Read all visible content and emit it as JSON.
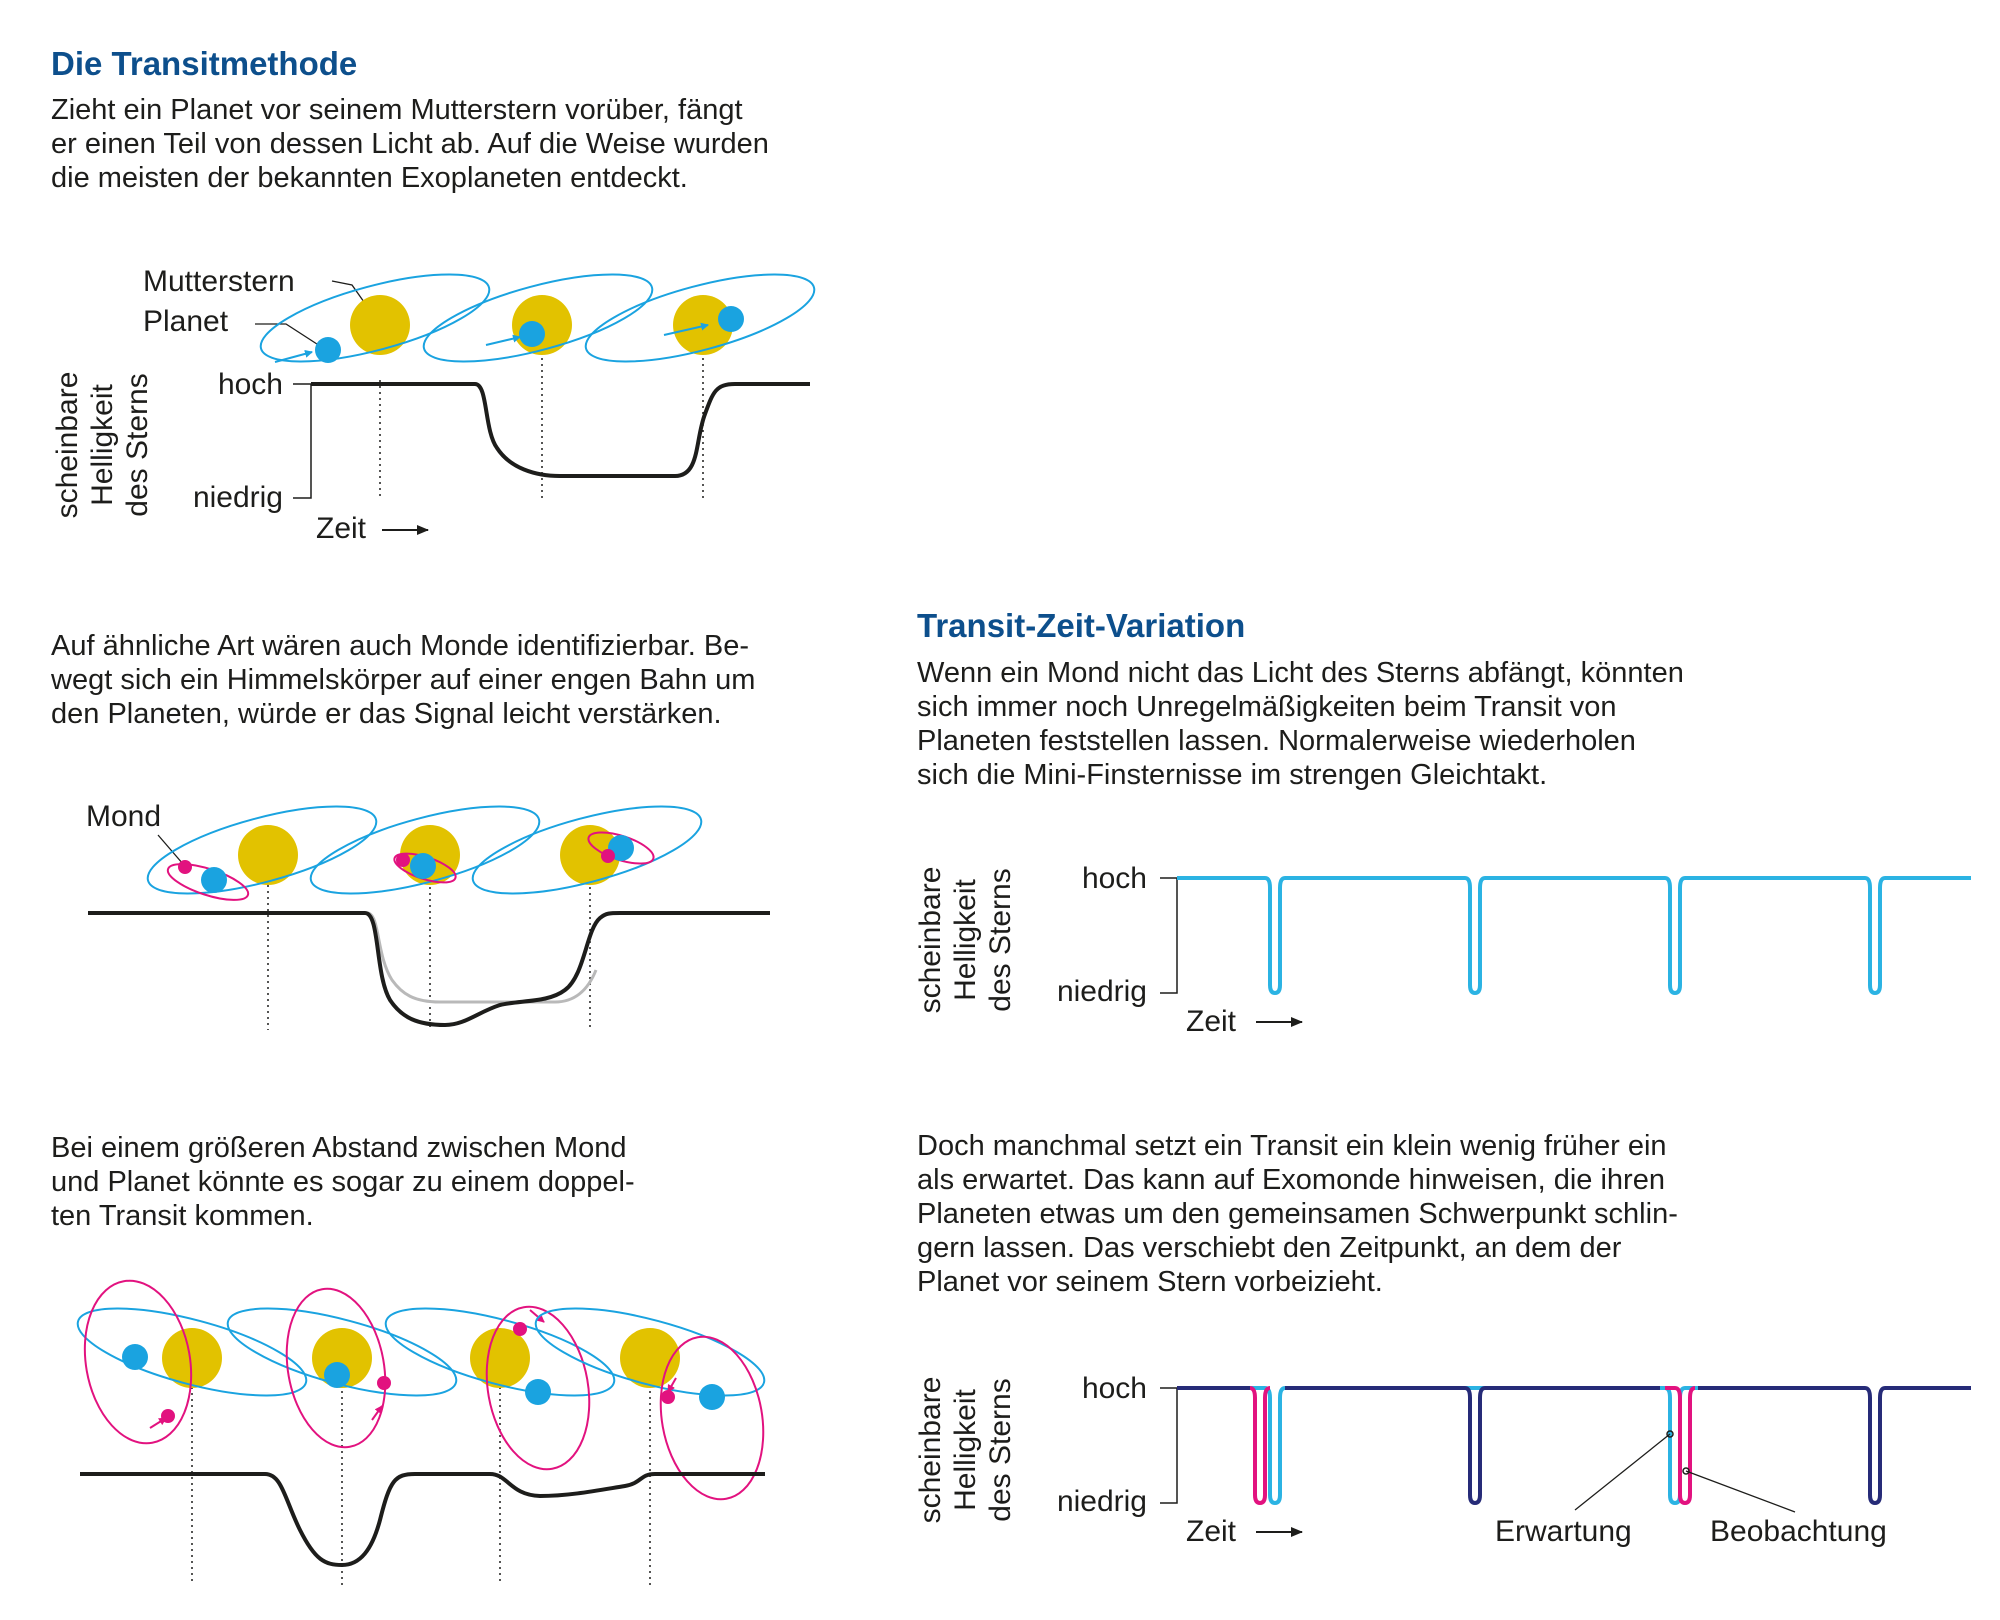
{
  "transitmethode": {
    "title": "Die Transitmethode",
    "intro": "Zieht ein Planet vor seinem Mutterstern vorüber, fängt\ner einen Teil von dessen Licht ab. Auf die Weise wurden\ndie meisten der bekannten Exoplaneten entdeckt.",
    "label_star": "Mutterstern",
    "label_planet": "Planet"
  },
  "monde": {
    "text": "Auf ähnliche Art wären auch Monde identifizierbar. Be-\nwegt sich ein Himmelskörper auf einer engen Bahn um\nden Planeten, würde er das Signal leicht verstärken.",
    "label_moon": "Mond"
  },
  "doppeltransit": {
    "text": "Bei einem größeren Abstand zwischen Mond\nund Planet könnte es sogar zu einem doppel-\nten Transit kommen."
  },
  "ttv": {
    "title": "Transit-Zeit-Variation",
    "text1": "Wenn ein Mond nicht das Licht des Sterns abfängt, könnten\nsich immer noch Unregelmäßigkeiten beim Transit von\nPlaneten feststellen lassen. Normalerweise wiederholen\nsich die Mini-Finsternisse im strengen Gleichtakt.",
    "text2": "Doch manchmal setzt ein Transit ein klein wenig früher ein\nals erwartet. Das kann auf Exomonde hinweisen, die ihren\nPlaneten etwas um den gemeinsamen Schwerpunkt schlin-\ngern lassen. Das verschiebt den Zeitpunkt, an dem der\nPlanet vor seinem Stern vorbeizieht.",
    "label_expected": "Erwartung",
    "label_observed": "Beobachtung"
  },
  "axes": {
    "ylabel_line1": "scheinbare",
    "ylabel_line2": "Helligkeit",
    "ylabel_line3": "des Sterns",
    "high": "hoch",
    "low": "niedrig",
    "time": "Zeit"
  },
  "colors": {
    "star": "#e2c200",
    "planet": "#1aa3e0",
    "orbit": "#1aa3e0",
    "moon": "#e2127f",
    "curve": "#1d1d1b",
    "curve_reference": "#b9b9b9",
    "expected": "#2bb3e3",
    "observed_dark": "#262b78",
    "heading": "#0d4f8c"
  }
}
